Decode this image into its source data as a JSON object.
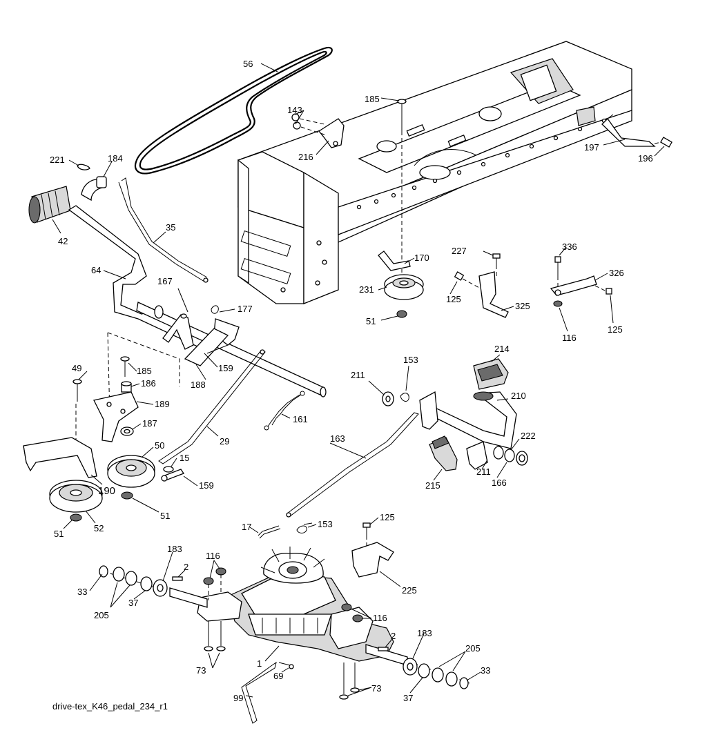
{
  "diagram": {
    "caption": "drive-tex_K46_pedal_234_r1",
    "callouts": [
      {
        "id": "c-56",
        "text": "56"
      },
      {
        "id": "c-143",
        "text": "143"
      },
      {
        "id": "c-185a",
        "text": "185"
      },
      {
        "id": "c-216",
        "text": "216"
      },
      {
        "id": "c-197",
        "text": "197"
      },
      {
        "id": "c-196",
        "text": "196"
      },
      {
        "id": "c-221",
        "text": "221"
      },
      {
        "id": "c-184",
        "text": "184"
      },
      {
        "id": "c-42",
        "text": "42"
      },
      {
        "id": "c-35",
        "text": "35"
      },
      {
        "id": "c-64",
        "text": "64"
      },
      {
        "id": "c-167",
        "text": "167"
      },
      {
        "id": "c-177",
        "text": "177"
      },
      {
        "id": "c-170",
        "text": "170"
      },
      {
        "id": "c-227",
        "text": "227"
      },
      {
        "id": "c-336",
        "text": "336"
      },
      {
        "id": "c-326",
        "text": "326"
      },
      {
        "id": "c-231",
        "text": "231"
      },
      {
        "id": "c-125a",
        "text": "125"
      },
      {
        "id": "c-325",
        "text": "325"
      },
      {
        "id": "c-51a",
        "text": "51"
      },
      {
        "id": "c-116a",
        "text": "116"
      },
      {
        "id": "c-125b",
        "text": "125"
      },
      {
        "id": "c-49",
        "text": "49"
      },
      {
        "id": "c-185b",
        "text": "185"
      },
      {
        "id": "c-186",
        "text": "186"
      },
      {
        "id": "c-189",
        "text": "189"
      },
      {
        "id": "c-159a",
        "text": "159"
      },
      {
        "id": "c-188",
        "text": "188"
      },
      {
        "id": "c-187",
        "text": "187"
      },
      {
        "id": "c-214",
        "text": "214"
      },
      {
        "id": "c-211a",
        "text": "211"
      },
      {
        "id": "c-153a",
        "text": "153"
      },
      {
        "id": "c-210",
        "text": "210"
      },
      {
        "id": "c-161",
        "text": "161"
      },
      {
        "id": "c-29",
        "text": "29"
      },
      {
        "id": "c-50",
        "text": "50"
      },
      {
        "id": "c-163",
        "text": "163"
      },
      {
        "id": "c-222",
        "text": "222"
      },
      {
        "id": "c-15",
        "text": "15"
      },
      {
        "id": "c-159b",
        "text": "159"
      },
      {
        "id": "c-190",
        "text": "190"
      },
      {
        "id": "c-211b",
        "text": "211"
      },
      {
        "id": "c-166",
        "text": "166"
      },
      {
        "id": "c-215",
        "text": "215"
      },
      {
        "id": "c-51b",
        "text": "51"
      },
      {
        "id": "c-52",
        "text": "52"
      },
      {
        "id": "c-51c",
        "text": "51"
      },
      {
        "id": "c-17",
        "text": "17"
      },
      {
        "id": "c-153b",
        "text": "153"
      },
      {
        "id": "c-125c",
        "text": "125"
      },
      {
        "id": "c-183a",
        "text": "183"
      },
      {
        "id": "c-116b",
        "text": "116"
      },
      {
        "id": "c-2a",
        "text": "2"
      },
      {
        "id": "c-33a",
        "text": "33"
      },
      {
        "id": "c-205a",
        "text": "205"
      },
      {
        "id": "c-37a",
        "text": "37"
      },
      {
        "id": "c-225",
        "text": "225"
      },
      {
        "id": "c-116c",
        "text": "116"
      },
      {
        "id": "c-2b",
        "text": "2"
      },
      {
        "id": "c-183b",
        "text": "183"
      },
      {
        "id": "c-1",
        "text": "1"
      },
      {
        "id": "c-205b",
        "text": "205"
      },
      {
        "id": "c-73a",
        "text": "73"
      },
      {
        "id": "c-69",
        "text": "69"
      },
      {
        "id": "c-33b",
        "text": "33"
      },
      {
        "id": "c-73b",
        "text": "73"
      },
      {
        "id": "c-99",
        "text": "99"
      },
      {
        "id": "c-37b",
        "text": "37"
      }
    ]
  }
}
